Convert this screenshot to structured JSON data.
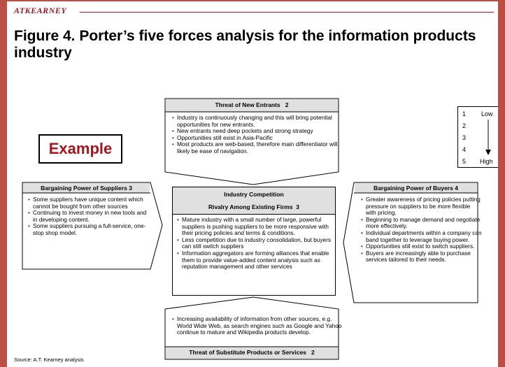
{
  "logo": "ATKEARNEY",
  "title": "Figure 4.  Porter’s five forces analysis for the information products industry",
  "example_label": "Example",
  "legend": {
    "numbers": [
      "1",
      "2",
      "3",
      "4",
      "5"
    ],
    "low": "Low",
    "high": "High"
  },
  "new_entrants": {
    "title": "Threat of New Entrants",
    "score": "2",
    "bullets": [
      "Industry is continuously changing and this will bring potential opportunities for new entrants.",
      "New entrants need deep pockets and strong strategy",
      "Opportunities still exist in Asia-Pacific",
      "Most products are web-based, therefore main differentiator will likely be ease of navigation."
    ]
  },
  "suppliers": {
    "title": "Bargaining Power of Suppliers",
    "score": "3",
    "bullets": [
      "Some suppliers have unique content which cannot be bought from other sources",
      "Continuing to invest money in new tools and in developing content.",
      "Some suppliers pursuing a full-service, one-stop shop model."
    ]
  },
  "competition": {
    "title": "Industry Competition",
    "subtitle": "Rivalry Among Existing Firms",
    "score": "3",
    "bullets": [
      "Mature industry with a small number of large, powerful suppliers is pushing suppliers to be more responsive with their pricing policies and terms & conditions.",
      "Less competition due to industry consolidation, but buyers can still switch suppliers",
      "Information aggregators are forming alliances that enable them to provide value-added content analysis such as reputation management and other services"
    ]
  },
  "buyers": {
    "title": "Bargaining Power of Buyers",
    "score": "4",
    "bullets": [
      "Greater awareness of pricing policies putting pressure on suppliers to be more flexible with pricing.",
      "Beginning to manage demand and negotiate more effectively.",
      "Individual departments within a company can band together to leverage buying power.",
      "Opportunities still exist to switch suppliers.",
      "Buyers are increasingly able to purchase services tailored to their needs."
    ]
  },
  "substitutes": {
    "title": "Threat of Substitute Products or Services",
    "score": "2",
    "bullets": [
      "Increasing availability of information from other sources, e.g. World Wide Web, as  search engines such as Google and Yahoo continue to mature and Wikipedia products develop."
    ]
  },
  "source": "Source: A.T. Kearney analysis",
  "colors": {
    "frame": "#b95048",
    "accent": "#a8141e",
    "header_fill": "#e0e0e0"
  }
}
